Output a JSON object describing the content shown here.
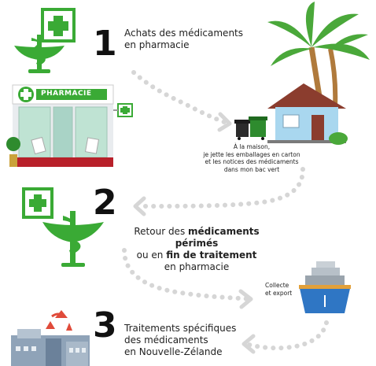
{
  "steps": [
    {
      "number": "1",
      "lines": [
        "Achats des médicaments",
        "en pharmacie"
      ]
    },
    {
      "number": "2",
      "line1_pre": "Retour des ",
      "line1_bold": "médicaments périmés",
      "line2_pre": "ou en ",
      "line2_bold": "fin de traitement",
      "line3": "en pharmacie"
    },
    {
      "number": "3",
      "lines": [
        "Traitements spécifiques",
        "des médicaments",
        "en Nouvelle-Zélande"
      ]
    }
  ],
  "home_note": {
    "lines": [
      "À la maison,",
      "je jette les emballages en carton",
      "et les notices des médicaments",
      "dans mon bac vert"
    ]
  },
  "collect_note": {
    "lines": [
      "Collecte",
      "et export"
    ]
  },
  "pharmacy_sign": "PHARMACIE",
  "colors": {
    "green": "#3aaa35",
    "dark_green": "#2e8b2e",
    "dots": "#d9d9d9",
    "house_wall": "#a9d7ef",
    "roof": "#8b3d2e",
    "ship_hull": "#2f76c4"
  },
  "icons": [
    "pharmacy-cross-icon",
    "caduceus-icon",
    "pharmacy-building-icon",
    "house-icon",
    "palm-tree-icon",
    "recycle-bin-icon",
    "ship-icon",
    "factory-icon",
    "recycle-icon"
  ]
}
